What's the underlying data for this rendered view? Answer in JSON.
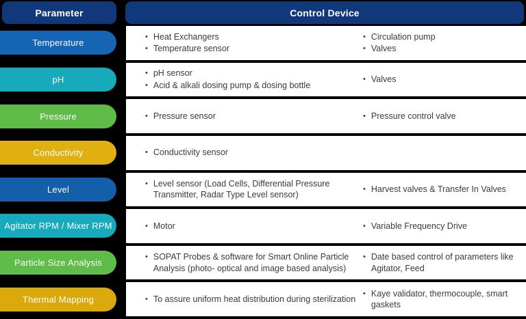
{
  "header": {
    "parameter_label": "Parameter",
    "control_device_label": "Control Device"
  },
  "colors": {
    "navy": "#11387B",
    "blue": "#1565B4",
    "blue_dark": "#145FA9",
    "teal": "#17A9BC",
    "green": "#5FBC49",
    "gold": "#E0B011",
    "gold_dark": "#DCA90D",
    "row_bg": "#FFFFFF",
    "page_bg": "#000000",
    "text": "#3B3B3B"
  },
  "rows": [
    {
      "parameter": "Temperature",
      "color_key": "blue",
      "left_items": [
        "Heat Exchangers",
        "Temperature sensor"
      ],
      "right_items": [
        "Circulation pump",
        "Valves"
      ]
    },
    {
      "parameter": "pH",
      "color_key": "teal",
      "left_items": [
        "pH sensor",
        "Acid & alkali dosing pump & dosing bottle"
      ],
      "right_items": [
        "Valves"
      ]
    },
    {
      "parameter": "Pressure",
      "color_key": "green",
      "left_items": [
        "Pressure sensor"
      ],
      "right_items": [
        "Pressure control valve"
      ]
    },
    {
      "parameter": "Conductivity",
      "color_key": "gold",
      "left_items": [
        "Conductivity  sensor"
      ],
      "right_items": []
    },
    {
      "parameter": "Level",
      "color_key": "blue_dark",
      "left_items": [
        "Level sensor (Load Cells, Differential Pressure Transmitter, Radar Type Level sensor)"
      ],
      "right_items": [
        "Harvest valves & Transfer In Valves"
      ]
    },
    {
      "parameter": "Agitator RPM / Mixer RPM",
      "color_key": "teal",
      "left_items": [
        "Motor"
      ],
      "right_items": [
        "Variable Frequency Drive"
      ]
    },
    {
      "parameter": "Particle Size Analysis",
      "color_key": "green",
      "left_items": [
        "SOPAT Probes & software  for Smart Online Particle Analysis (photo- optical and image based analysis)"
      ],
      "right_items": [
        "Date based control of parameters like Agitator, Feed"
      ]
    },
    {
      "parameter": "Thermal Mapping",
      "color_key": "gold_dark",
      "left_items": [
        "To assure uniform heat distribution during sterilization"
      ],
      "right_items": [
        "Kaye validator, thermocouple, smart gaskets"
      ]
    }
  ]
}
